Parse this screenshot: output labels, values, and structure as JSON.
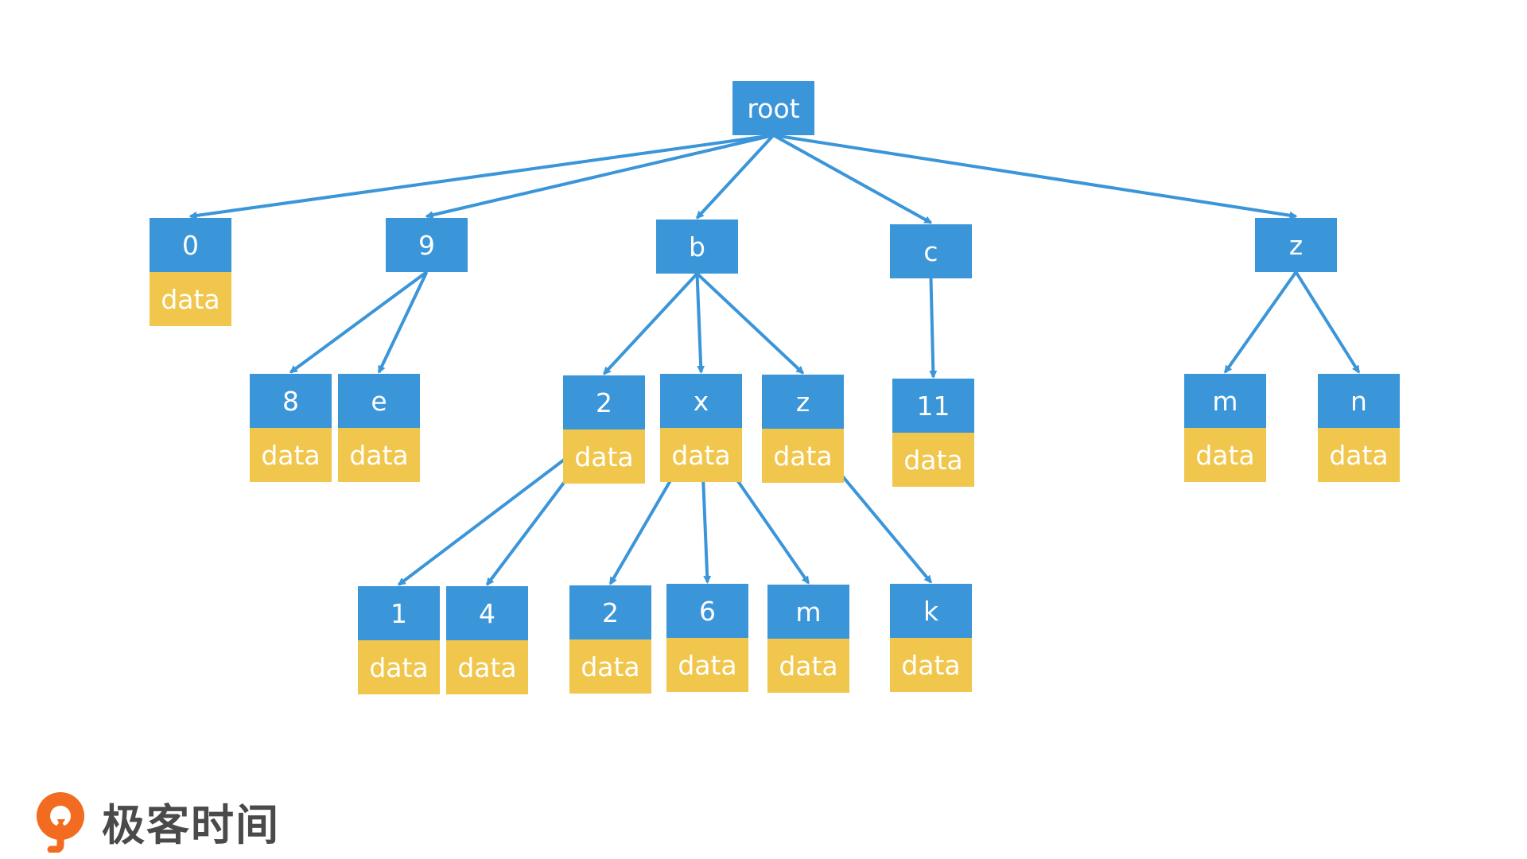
{
  "colors": {
    "key": "#3a95d9",
    "value": "#f0c64c",
    "edge": "#3a95d9"
  },
  "nodes": {
    "root": {
      "key": "root"
    },
    "n0": {
      "key": "0",
      "value": "data"
    },
    "n9": {
      "key": "9"
    },
    "nb": {
      "key": "b"
    },
    "nc": {
      "key": "c"
    },
    "nz": {
      "key": "z"
    },
    "n8": {
      "key": "8",
      "value": "data"
    },
    "ne": {
      "key": "e",
      "value": "data"
    },
    "nb2": {
      "key": "2",
      "value": "data"
    },
    "nbx": {
      "key": "x",
      "value": "data"
    },
    "nbz": {
      "key": "z",
      "value": "data"
    },
    "nc11": {
      "key": "11",
      "value": "data"
    },
    "nzm": {
      "key": "m",
      "value": "data"
    },
    "nzn": {
      "key": "n",
      "value": "data"
    },
    "n21": {
      "key": "1",
      "value": "data"
    },
    "n24": {
      "key": "4",
      "value": "data"
    },
    "nx2": {
      "key": "2",
      "value": "data"
    },
    "nx6": {
      "key": "6",
      "value": "data"
    },
    "nxm": {
      "key": "m",
      "value": "data"
    },
    "nzk": {
      "key": "k",
      "value": "data"
    }
  },
  "edges": [
    [
      "root",
      "n0"
    ],
    [
      "root",
      "n9"
    ],
    [
      "root",
      "nb"
    ],
    [
      "root",
      "nc"
    ],
    [
      "root",
      "nz"
    ],
    [
      "n9",
      "n8"
    ],
    [
      "n9",
      "ne"
    ],
    [
      "nb",
      "nb2"
    ],
    [
      "nb",
      "nbx"
    ],
    [
      "nb",
      "nbz"
    ],
    [
      "nc",
      "nc11"
    ],
    [
      "nz",
      "nzm"
    ],
    [
      "nz",
      "nzn"
    ],
    [
      "nb2",
      "n21"
    ],
    [
      "nb2",
      "n24"
    ],
    [
      "nbx",
      "nx2"
    ],
    [
      "nbx",
      "nx6"
    ],
    [
      "nbx",
      "nxm"
    ],
    [
      "nbz",
      "nzk"
    ]
  ],
  "logo": {
    "text": "极客时间"
  }
}
